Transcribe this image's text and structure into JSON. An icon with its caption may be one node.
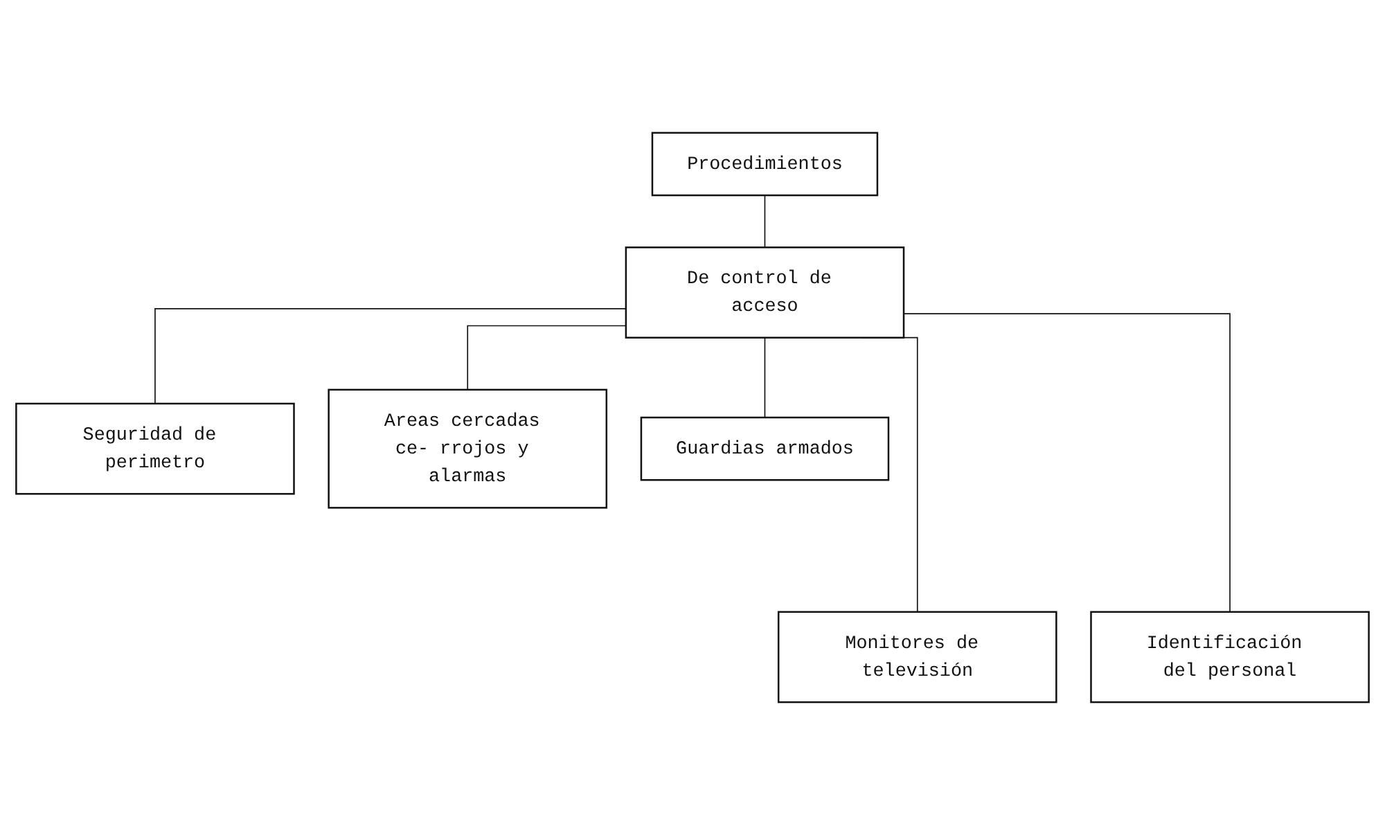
{
  "diagram": {
    "nodes": [
      {
        "text": [
          "Procedimientos"
        ]
      },
      {
        "text": [
          "De control de acceso"
        ]
      },
      {
        "text": [
          "Seguridad de perimetro"
        ]
      },
      {
        "text": [
          "Monitores de televisión"
        ]
      },
      {
        "text": [
          "Areas cercadas ce- rrojos y alarmas"
        ]
      },
      {
        "text": [
          "Identificación del personal"
        ]
      },
      {
        "text": [
          "Guardias armados"
        ]
      }
    ],
    "edges": [
      {
        "from": 0,
        "to": 1,
        "arrow": "none"
      },
      {
        "from": 1,
        "to": 2,
        "arrow": "none"
      },
      {
        "from": 1,
        "to": 3,
        "arrow": "none"
      },
      {
        "from": 1,
        "to": 4,
        "arrow": "none"
      },
      {
        "from": 1,
        "to": 5,
        "arrow": "none"
      },
      {
        "from": 1,
        "to": 6,
        "arrow": "none"
      }
    ]
  }
}
